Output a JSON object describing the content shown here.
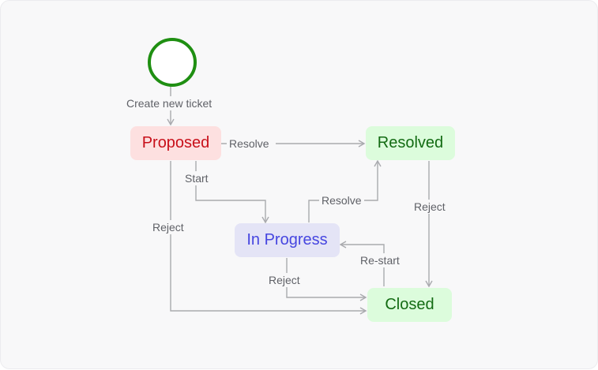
{
  "colors": {
    "edge": "#a9aaae",
    "label_text": "#5f6167",
    "start_circle": "#1f8f12",
    "proposed_bg": "#fde0e0",
    "proposed_text": "#c8101a",
    "resolved_bg": "#dcfcdc",
    "resolved_text": "#136b13",
    "closed_bg": "#dcfcdc",
    "closed_text": "#136b13",
    "in_progress_bg": "#e4e4f6",
    "in_progress_text": "#4646e0"
  },
  "states": {
    "proposed": "Proposed",
    "resolved": "Resolved",
    "in_progress": "In Progress",
    "closed": "Closed"
  },
  "transitions": {
    "create": "Create new ticket",
    "proposed_resolve": "Resolve",
    "start": "Start",
    "proposed_reject": "Reject",
    "progress_resolve": "Resolve",
    "resolved_reject": "Reject",
    "restart": "Re-start",
    "progress_reject": "Reject"
  }
}
